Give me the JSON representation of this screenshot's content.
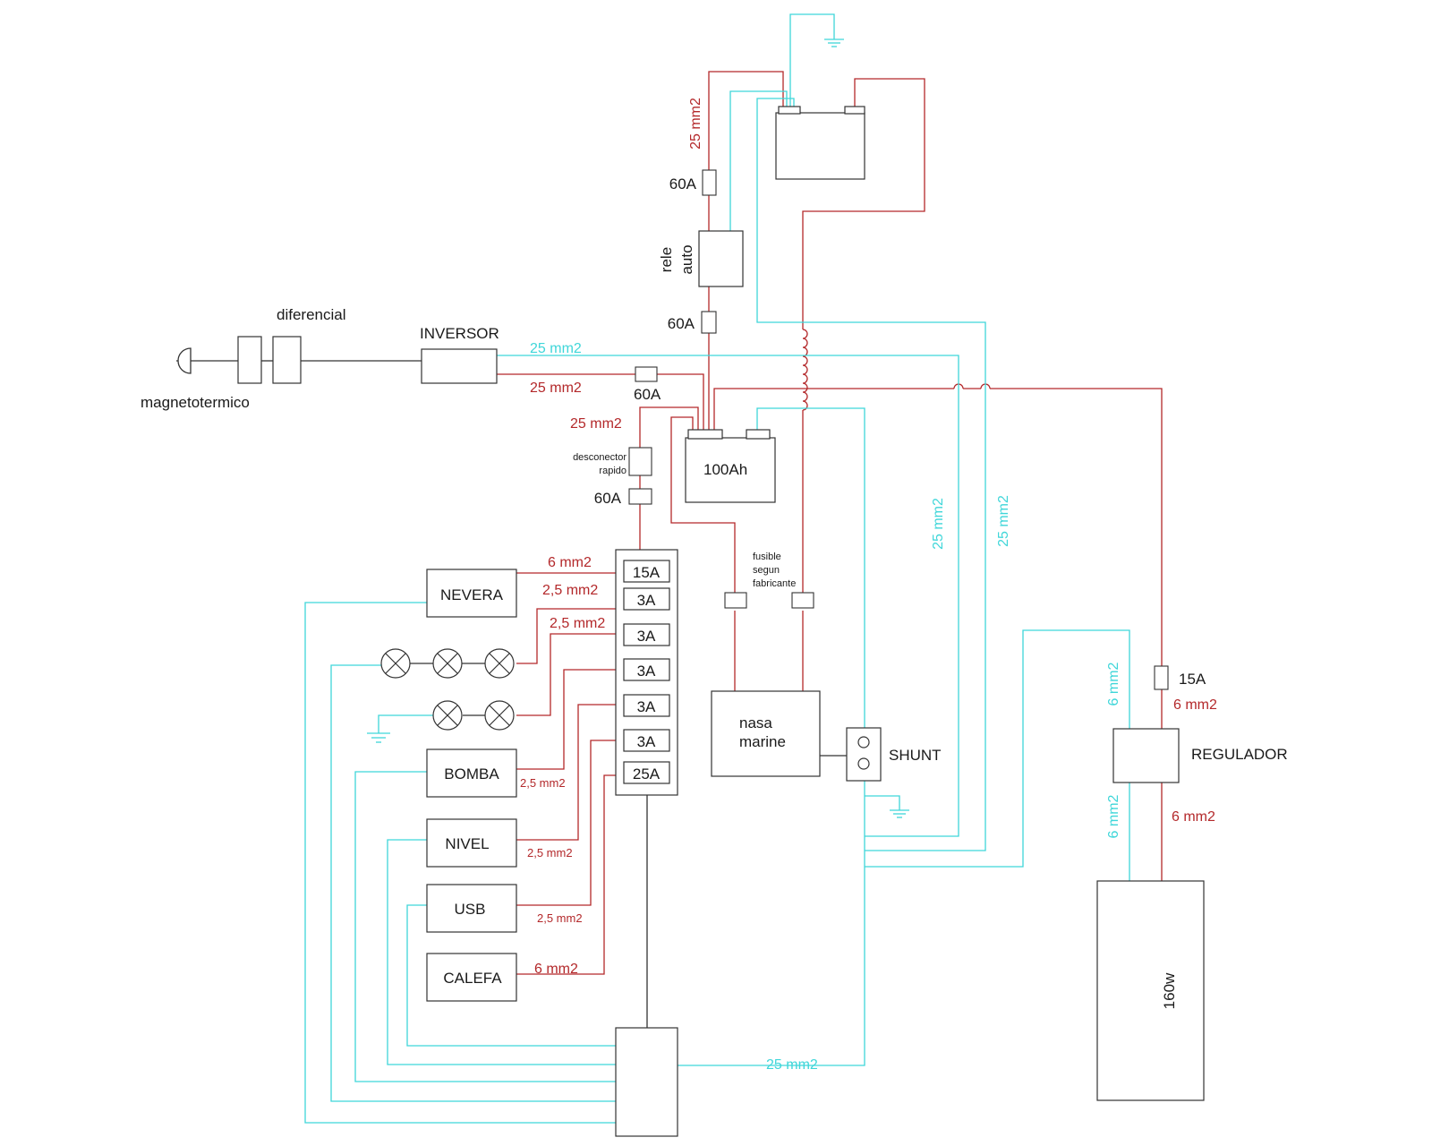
{
  "colors": {
    "positive": "#b3282a",
    "negative": "#3fd6d9",
    "neutral": "#333333"
  },
  "components": {
    "diferencial": "diferencial",
    "magnetotermico": "magnetotermico",
    "inversor": "INVERSOR",
    "rele_line1": "rele",
    "rele_line2": "auto",
    "battery_house": "100Ah",
    "desconector_line1": "desconector",
    "desconector_line2": "rapido",
    "fusible_line1": "fusible",
    "fusible_line2": "segun",
    "fusible_line3": "fabricante",
    "nasa_line1": "nasa",
    "nasa_line2": "marine",
    "shunt": "SHUNT",
    "regulador": "REGULADOR",
    "panel": "160w",
    "nevera": "NEVERA",
    "bomba": "BOMBA",
    "nivel": "NIVEL",
    "usb": "USB",
    "calefa": "CALEFA"
  },
  "fuse_panel": [
    "15A",
    "3A",
    "3A",
    "3A",
    "3A",
    "3A",
    "25A"
  ],
  "fuses": {
    "alt_top": "60A",
    "alt_bottom": "60A",
    "inversor": "60A",
    "main": "60A",
    "regulador": "15A"
  },
  "wire_labels": {
    "alt_25": "25 mm2",
    "inv_neg": "25 mm2",
    "inv_pos": "25 mm2",
    "main_pos": "25 mm2",
    "neg_a": "25 mm2",
    "neg_b": "25 mm2",
    "bus_neg": "25 mm2",
    "nevera": "6 mm2",
    "lights1": "2,5 mm2",
    "lights2": "2,5 mm2",
    "bomba": "2,5 mm2",
    "nivel": "2,5 mm2",
    "usb": "2,5 mm2",
    "calefa": "6 mm2",
    "reg_neg_top": "6 mm2",
    "reg_pos_top": "6 mm2",
    "reg_neg_bot": "6 mm2",
    "reg_pos_bot": "6 mm2"
  },
  "icons": [
    "socket-icon",
    "ground-icon",
    "lamp-icon"
  ]
}
